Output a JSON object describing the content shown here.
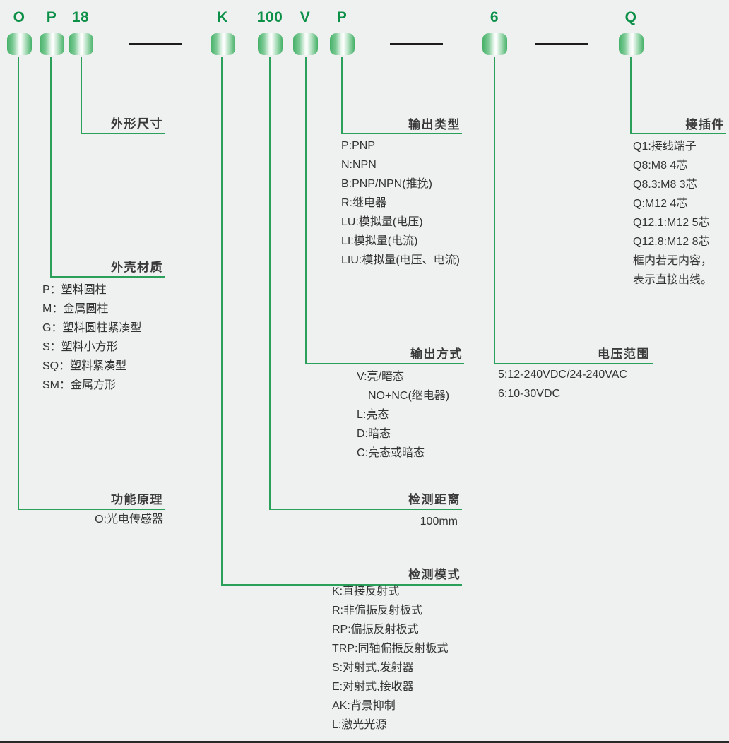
{
  "colors": {
    "background": "#eff0f0",
    "line_green": "#2ba05a",
    "letter_green": "#0c9047",
    "text_dark": "#3a3a3a"
  },
  "code": {
    "segments": [
      {
        "char": "O"
      },
      {
        "char": "P"
      },
      {
        "char": "18"
      },
      {
        "char": "K"
      },
      {
        "char": "100"
      },
      {
        "char": "V"
      },
      {
        "char": "P"
      },
      {
        "char": "6"
      },
      {
        "char": "Q"
      }
    ]
  },
  "sections": [
    {
      "title": "外形尺寸",
      "items": []
    },
    {
      "title": "外壳材质",
      "items": [
        "P：塑料圆柱",
        "M：金属圆柱",
        "G：塑料圆柱紧凑型",
        "S：塑料小方形",
        "SQ：塑料紧凑型",
        "SM：金属方形"
      ]
    },
    {
      "title": "功能原理",
      "items": [
        "O:光电传感器"
      ]
    },
    {
      "title": "检测模式",
      "items": [
        "K:直接反射式",
        "R:非偏振反射板式",
        "RP:偏振反射板式",
        "TRP:同轴偏振反射板式",
        "S:对射式,发射器",
        "E:对射式,接收器",
        "AK:背景抑制",
        "L:激光光源"
      ]
    },
    {
      "title": "检测距离",
      "items": [
        "100mm"
      ]
    },
    {
      "title": "输出方式",
      "items": [
        "V:亮/暗态",
        "　NO+NC(继电器)",
        "L:亮态",
        "D:暗态",
        "C:亮态或暗态"
      ]
    },
    {
      "title": "输出类型",
      "items": [
        "P:PNP",
        "N:NPN",
        "B:PNP/NPN(推挽)",
        "R:继电器",
        "LU:模拟量(电压)",
        "LI:模拟量(电流)",
        "LIU:模拟量(电压、电流)"
      ]
    },
    {
      "title": "电压范围",
      "items": [
        "5:12-240VDC/24-240VAC",
        "6:10-30VDC"
      ]
    },
    {
      "title": "接插件",
      "items": [
        "Q1:接线端子",
        "Q8:M8 4芯",
        "Q8.3:M8 3芯",
        "Q:M12 4芯",
        "Q12.1:M12 5芯",
        "Q12.8:M12 8芯",
        "框内若无内容，",
        "表示直接出线。"
      ]
    }
  ]
}
